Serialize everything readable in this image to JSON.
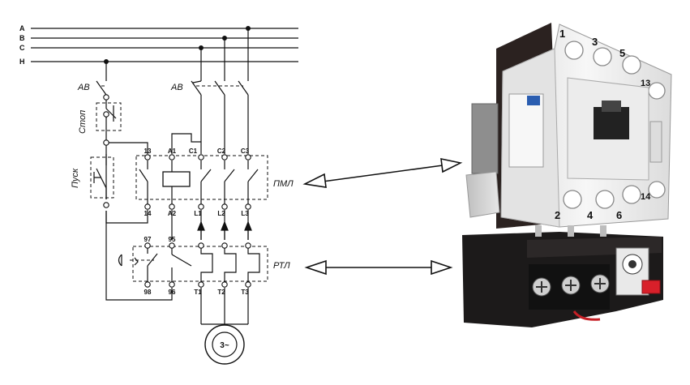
{
  "buses": [
    "A",
    "B",
    "C",
    "H"
  ],
  "left_labels": {
    "breaker_single": "АВ",
    "breaker_three": "АВ",
    "stop": "Стоп",
    "start": "Пуск"
  },
  "contactor": {
    "name": "ПМЛ",
    "top_terminals": [
      "13",
      "A1",
      "C1",
      "C2",
      "C3"
    ],
    "bottom_terminals": [
      "14",
      "A2",
      "L1",
      "L2",
      "L3"
    ]
  },
  "relay": {
    "name": "РТЛ",
    "top_terminals": [
      "97",
      "95"
    ],
    "bottom_terminals": [
      "98",
      "96",
      "T1",
      "T2",
      "T3"
    ]
  },
  "motor": {
    "label": "3~"
  },
  "photo": {
    "contactor_top_numbers": [
      "1",
      "3",
      "5",
      "13"
    ],
    "contactor_bottom_numbers": [
      "2",
      "4",
      "6",
      "14"
    ]
  },
  "colors": {
    "line": "#111111",
    "contactor_white": "#f2f2f2",
    "contactor_body": "#2b2220",
    "relay_black": "#1c1a1a",
    "red_button": "#d8202a",
    "blue_label": "#2a5db0"
  }
}
